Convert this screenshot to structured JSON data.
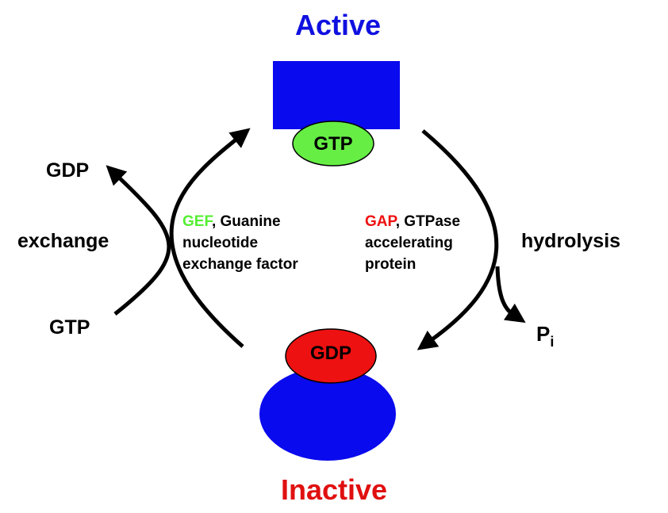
{
  "titles": {
    "active": "Active",
    "inactive": "Inactive"
  },
  "bound_nucleotides": {
    "active": "GTP",
    "inactive": "GDP"
  },
  "exchange_side": {
    "gdp": "GDP",
    "process": "exchange",
    "gtp": "GTP"
  },
  "hydrolysis_side": {
    "process": "hydrolysis",
    "phosphate": "P",
    "phosphate_subscript": "i"
  },
  "gef": {
    "abbr": "GEF",
    "line1_rest": ", Guanine",
    "line2": "nucleotide",
    "line3": "exchange factor"
  },
  "gap": {
    "abbr": "GAP",
    "line1_rest": ", GTPase",
    "line2": "accelerating",
    "line3": "protein"
  },
  "colors": {
    "active_title": "#1010e0",
    "inactive_title": "#e01010",
    "protein_blue": "#0a0aee",
    "gtp_green": "#66ee44",
    "gdp_red": "#ee1111",
    "gef_green": "#55ee33",
    "gap_red": "#ee1111",
    "arrow": "#000000"
  },
  "icons": [
    "active-protein-rectangle",
    "inactive-protein-ellipse",
    "curved-arrow"
  ]
}
